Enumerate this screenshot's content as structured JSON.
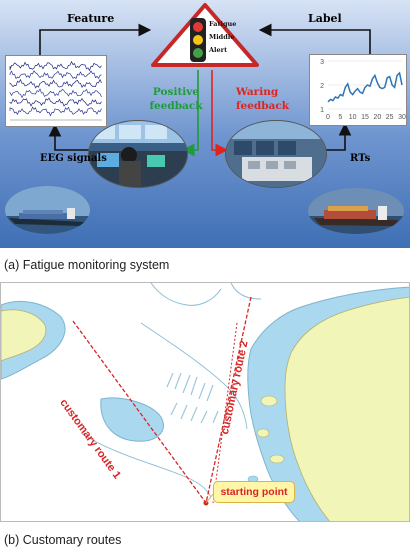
{
  "panel_a": {
    "feature_label": "Feature",
    "label_label": "Label",
    "eeg_label": "EEG signals",
    "rts_label": "RTs",
    "positive_feedback": [
      "Positive",
      "feedback"
    ],
    "warning_feedback": [
      "Waring",
      "feedback"
    ],
    "triangle_levels": [
      "Fatigue",
      "Middle",
      "Alert"
    ],
    "rt_chart": {
      "type": "line",
      "x": [
        0,
        1,
        2,
        3,
        4,
        5,
        6,
        7,
        8,
        9,
        10,
        11,
        12,
        13,
        14,
        15,
        16,
        17,
        18,
        19,
        20,
        21,
        22,
        23,
        24,
        25,
        26,
        27,
        28,
        29,
        30
      ],
      "values": [
        1.3,
        1.4,
        1.35,
        1.5,
        1.45,
        1.6,
        1.55,
        1.9,
        2.05,
        1.7,
        1.6,
        1.75,
        1.85,
        1.7,
        1.65,
        1.9,
        2.0,
        1.95,
        2.25,
        2.4,
        2.1,
        1.9,
        1.85,
        1.9,
        2.3,
        2.35,
        2.0,
        1.9,
        2.4,
        2.5,
        2.0
      ],
      "xticks": [
        "0",
        "5",
        "10",
        "15",
        "20",
        "25",
        "30"
      ],
      "yticks": [
        "1",
        "2",
        "3"
      ],
      "ylim": [
        1,
        3
      ],
      "xlim": [
        0,
        30
      ],
      "color": "#2e74b5"
    },
    "colors": {
      "positive": "#1f9b3a",
      "warning": "#e0241d",
      "light_red": "#e53935",
      "light_yellow": "#f5c518",
      "light_green": "#43a047"
    }
  },
  "caption_a": "(a) Fatigue monitoring system",
  "panel_b": {
    "route_1": "customary route 1",
    "route_2": "customary route 2",
    "start": "starting point",
    "colors": {
      "route": "#d62626",
      "sea": "#ffffff",
      "shallow": "#a9d8ef",
      "land": "#f2f5b8"
    }
  },
  "caption_b": "(b) Customary routes"
}
